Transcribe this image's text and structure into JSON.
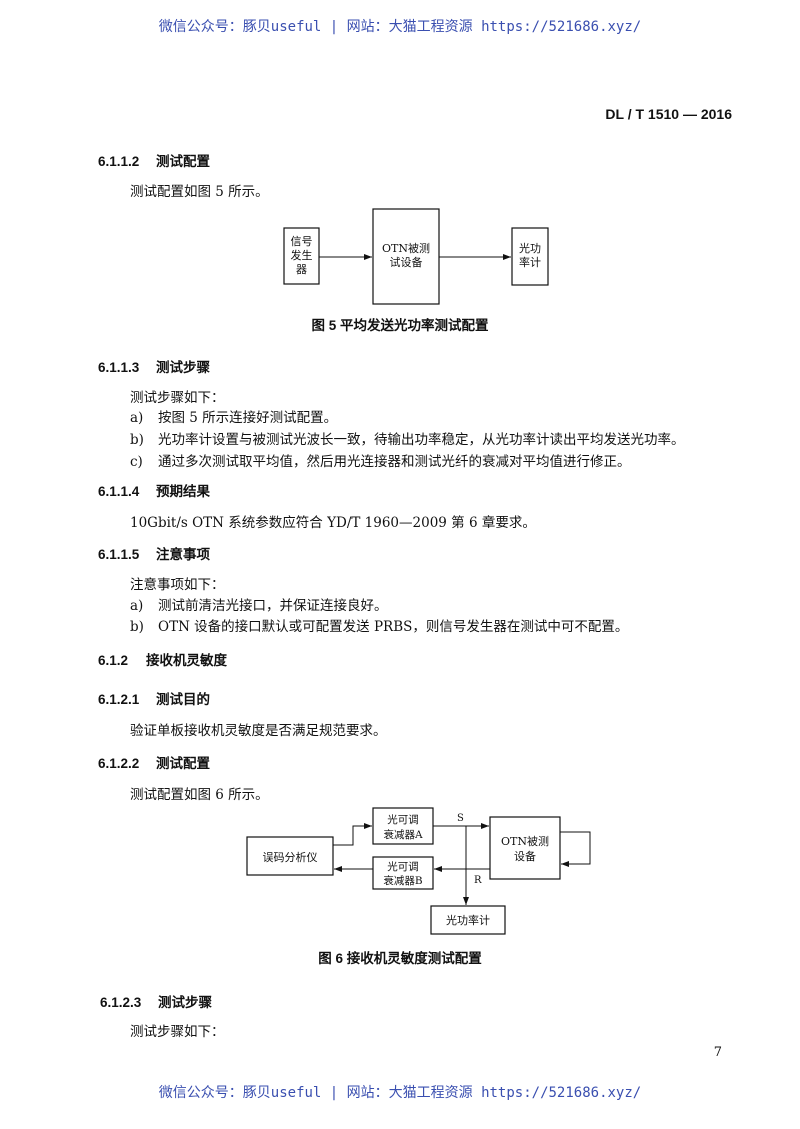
{
  "watermark": {
    "top": "微信公众号：豚贝useful  |  网站：大猫工程资源 https://521686.xyz/",
    "bottom": "微信公众号：豚贝useful  |  网站：大猫工程资源 https://521686.xyz/"
  },
  "standard_no": "DL / T 1510 — 2016",
  "sections": {
    "s6112": {
      "num": "6.1.1.2",
      "title": "测试配置",
      "text": "测试配置如图 5 所示。"
    },
    "fig5": {
      "box_signal": [
        "信号",
        "发生",
        "器"
      ],
      "box_dut": [
        "OTN被测",
        "试设备"
      ],
      "box_meter": [
        "光功",
        "率计"
      ],
      "caption": "图 5    平均发送光功率测试配置"
    },
    "s6113": {
      "num": "6.1.1.3",
      "title": "测试步骤",
      "intro": "测试步骤如下：",
      "items": [
        {
          "mark": "a)",
          "text": "按图 5 所示连接好测试配置。"
        },
        {
          "mark": "b)",
          "text": "光功率计设置与被测试光波长一致，待输出功率稳定，从光功率计读出平均发送光功率。"
        },
        {
          "mark": "c)",
          "text": "通过多次测试取平均值，然后用光连接器和测试光纤的衰减对平均值进行修正。"
        }
      ]
    },
    "s6114": {
      "num": "6.1.1.4",
      "title": "预期结果",
      "text": "10Gbit/s OTN 系统参数应符合 YD/T 1960—2009 第 6 章要求。"
    },
    "s6115": {
      "num": "6.1.1.5",
      "title": "注意事项",
      "intro": "注意事项如下：",
      "items": [
        {
          "mark": "a)",
          "text": "测试前清洁光接口，并保证连接良好。"
        },
        {
          "mark": "b)",
          "text": "OTN 设备的接口默认或可配置发送 PRBS，则信号发生器在测试中可不配置。"
        }
      ]
    },
    "s612": {
      "num": "6.1.2",
      "title": "接收机灵敏度"
    },
    "s6121": {
      "num": "6.1.2.1",
      "title": "测试目的",
      "text": "验证单板接收机灵敏度是否满足规范要求。"
    },
    "s6122": {
      "num": "6.1.2.2",
      "title": "测试配置",
      "text": "测试配置如图 6 所示。"
    },
    "fig6": {
      "box_ber": "误码分析仪",
      "box_attA": [
        "光可调",
        "衰减器A"
      ],
      "box_attB": [
        "光可调",
        "衰减器B"
      ],
      "box_dut": [
        "OTN被测",
        "设备"
      ],
      "box_meter": "光功率计",
      "label_s": "S",
      "label_r": "R",
      "caption": "图 6    接收机灵敏度测试配置"
    },
    "s6123": {
      "num": "6.1.2.3",
      "title": "测试步骤",
      "intro": "测试步骤如下："
    }
  },
  "page_number": "7"
}
